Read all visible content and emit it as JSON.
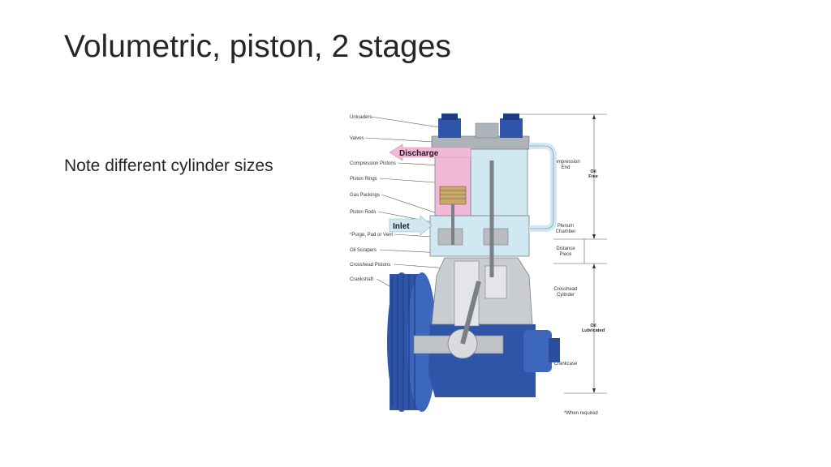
{
  "slide": {
    "title": "Volumetric, piston, 2 stages",
    "body": "Note different cylinder sizes"
  },
  "diagram": {
    "left_labels": [
      "Unloaders",
      "Valves",
      "Compression Pistons",
      "Piston Rings",
      "Gas Packings",
      "Piston Rods",
      "*Purge, Pad or Vent",
      "Oil Scrapers",
      "Crosshead Pistons",
      "Crankshaft"
    ],
    "flow_tags": {
      "discharge": "Discharge",
      "inlet": "Inlet"
    },
    "right_labels": {
      "compression_end": "Compression\nEnd",
      "plenum_chamber": "Plenum\nChamber",
      "distance_piece": "Distance\nPiece",
      "crosshead_cylinder": "Crosshead\nCylinder",
      "crankcase": "Crankcase"
    },
    "zone_labels": {
      "oil_free": "Oil\nFree",
      "oil_lubricated": "Oil\nLubricated"
    },
    "footnote": "*When required",
    "colors": {
      "blue": "#2f55a8",
      "dark_blue": "#1f3d85",
      "light_blue": "#cfe8f2",
      "pink": "#f2b8d8",
      "grey": "#c9ccd0",
      "dark_grey": "#7b7f86"
    }
  }
}
